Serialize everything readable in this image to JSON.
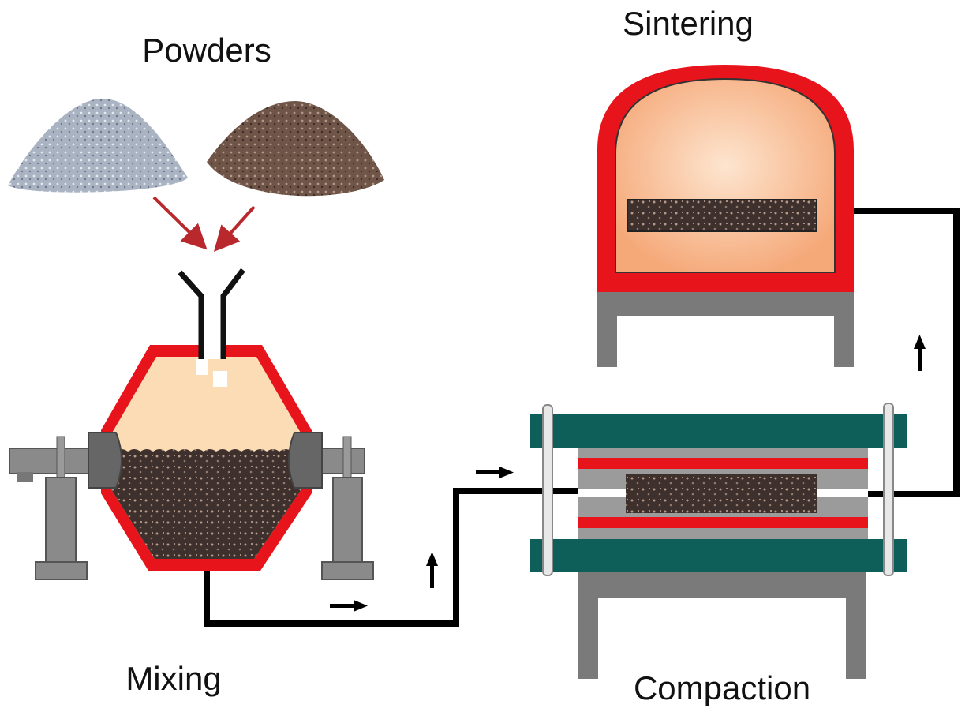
{
  "labels": {
    "powders": "Powders",
    "sintering": "Sintering",
    "mixing": "Mixing",
    "compaction": "Compaction"
  },
  "colors": {
    "red": "#e8141c",
    "teal": "#0e5f5a",
    "gray": "#7a7a7a",
    "beige": "#fbdcb4",
    "powder_dark": "#3e302c",
    "furnace_inner": "#f8b98c"
  }
}
